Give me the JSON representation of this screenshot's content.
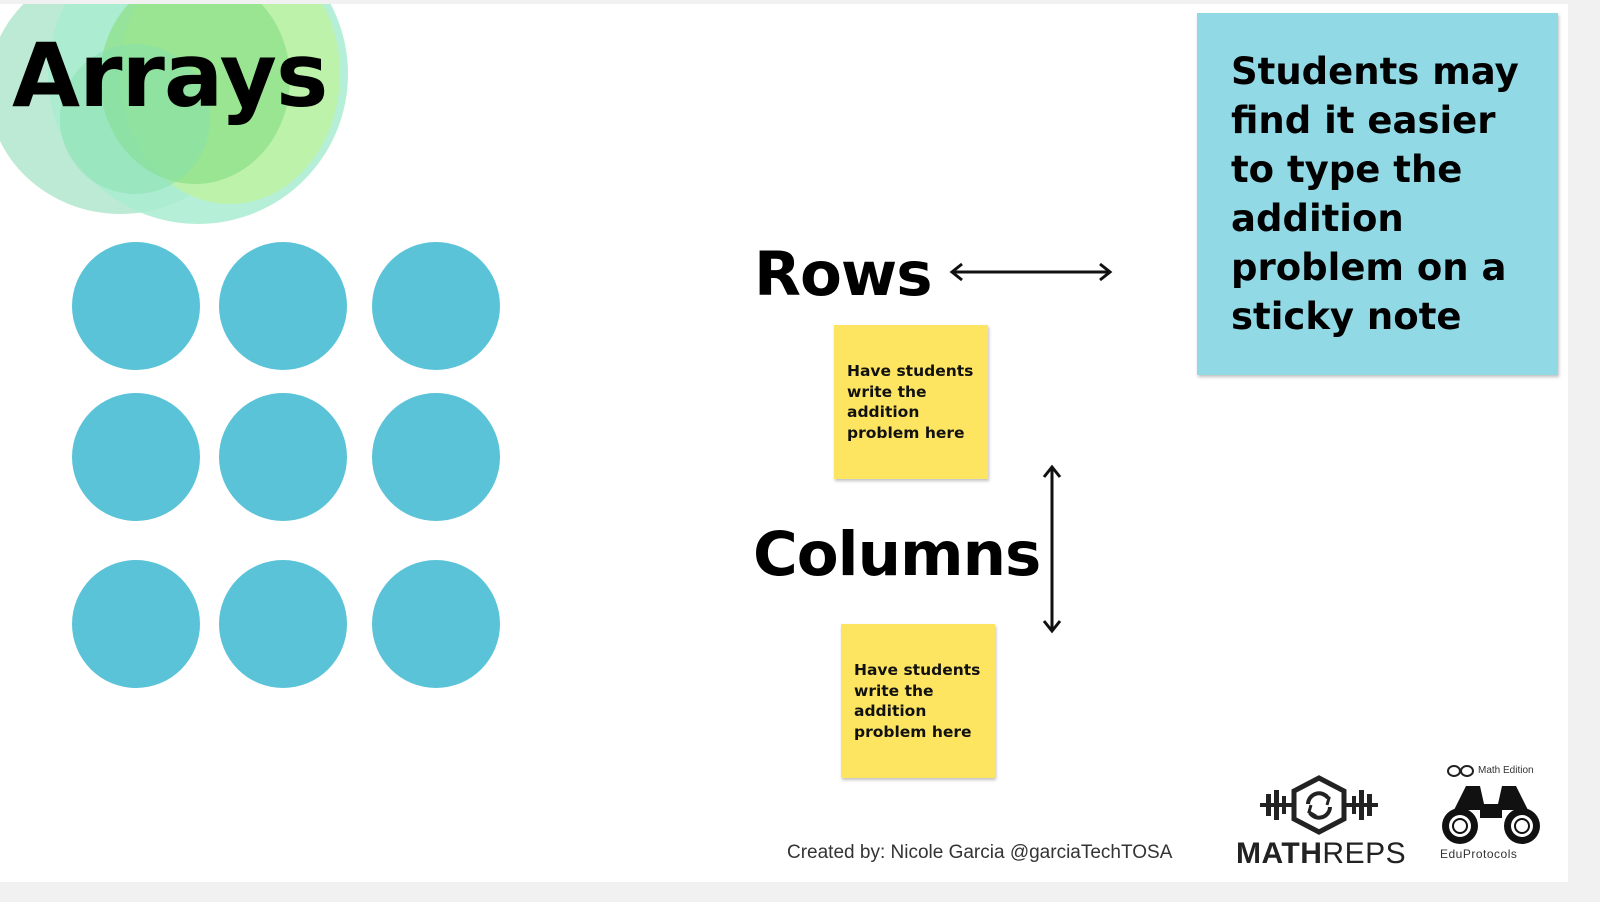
{
  "slide": {
    "title": "Arrays",
    "array_grid": {
      "rows": 3,
      "columns": 3,
      "dot_color": "#5bc3d8"
    },
    "rows_label": "Rows",
    "columns_label": "Columns",
    "sticky_notes": [
      {
        "text": "Have students write the addition problem here",
        "color": "#fde562"
      },
      {
        "text": "Have students write the addition problem here",
        "color": "#fde562"
      }
    ],
    "callout": {
      "text": "Students may find it easier to type the addition problem on a sticky note",
      "color": "#91d9e5"
    },
    "credit": "Created by: Nicole Garcia @garciaTechTOSA",
    "logos": {
      "mathreps": {
        "part1": "MATH",
        "part2": "REPS"
      },
      "eduprotocols": {
        "edition": "Math Edition",
        "name": "EduProtocols"
      }
    }
  }
}
